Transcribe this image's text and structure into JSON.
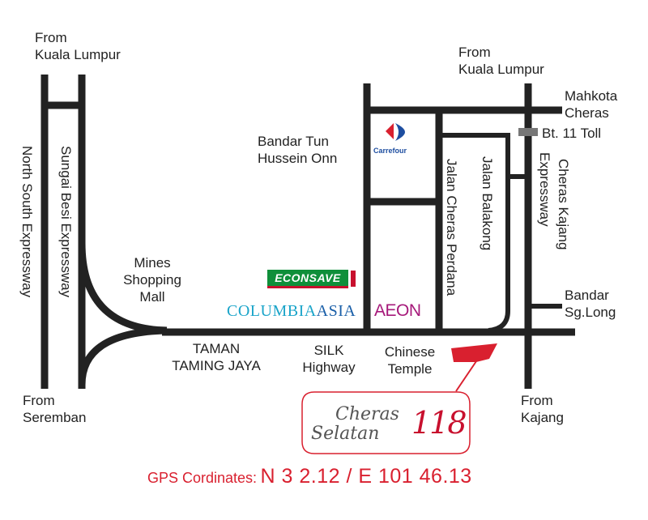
{
  "labels": {
    "from_kl_left": [
      "From",
      "Kuala Lumpur"
    ],
    "from_kl_right": [
      "From",
      "Kuala Lumpur"
    ],
    "mahkota_cheras": [
      "Mahkota",
      "Cheras"
    ],
    "bt11_toll": "Bt. 11 Toll",
    "bandar_tun": [
      "Bandar Tun",
      "Hussein Onn"
    ],
    "north_south": "North South Expressway",
    "sungai_besi": "Sungai Besi Expressway",
    "mines": [
      "Mines",
      "Shopping",
      "Mall"
    ],
    "jalan_cheras_perdana": "Jalan Cheras  Perdana",
    "jalan_balakong": "Jalan Balakong",
    "cheras_kajang": "Cheras Kajang",
    "expressway": "Expressway",
    "bandar_sg_long": [
      "Bandar",
      "Sg.Long"
    ],
    "taman": [
      "TAMAN",
      "TAMING JAYA"
    ],
    "silk": [
      "SILK",
      "Highway"
    ],
    "chinese_temple": [
      "Chinese",
      "Temple"
    ],
    "from_seremban": [
      "From",
      "Seremban"
    ],
    "from_kajang": [
      "From",
      "Kajang"
    ]
  },
  "logos": {
    "econsave": "ECONSAVE",
    "columbia_1": "COLUMBIA",
    "columbia_2": "ASIA",
    "aeon": "AEON",
    "carrefour": "Carrefour",
    "cheras": "Cheras",
    "selatan": "Selatan",
    "num": "118"
  },
  "gps": {
    "label": "GPS Cordinates:",
    "value": "N 3 2.12 / E 101 46.13"
  },
  "colors": {
    "road": "#222222",
    "accent_red": "#d9202f",
    "toll_gray": "#777777"
  }
}
